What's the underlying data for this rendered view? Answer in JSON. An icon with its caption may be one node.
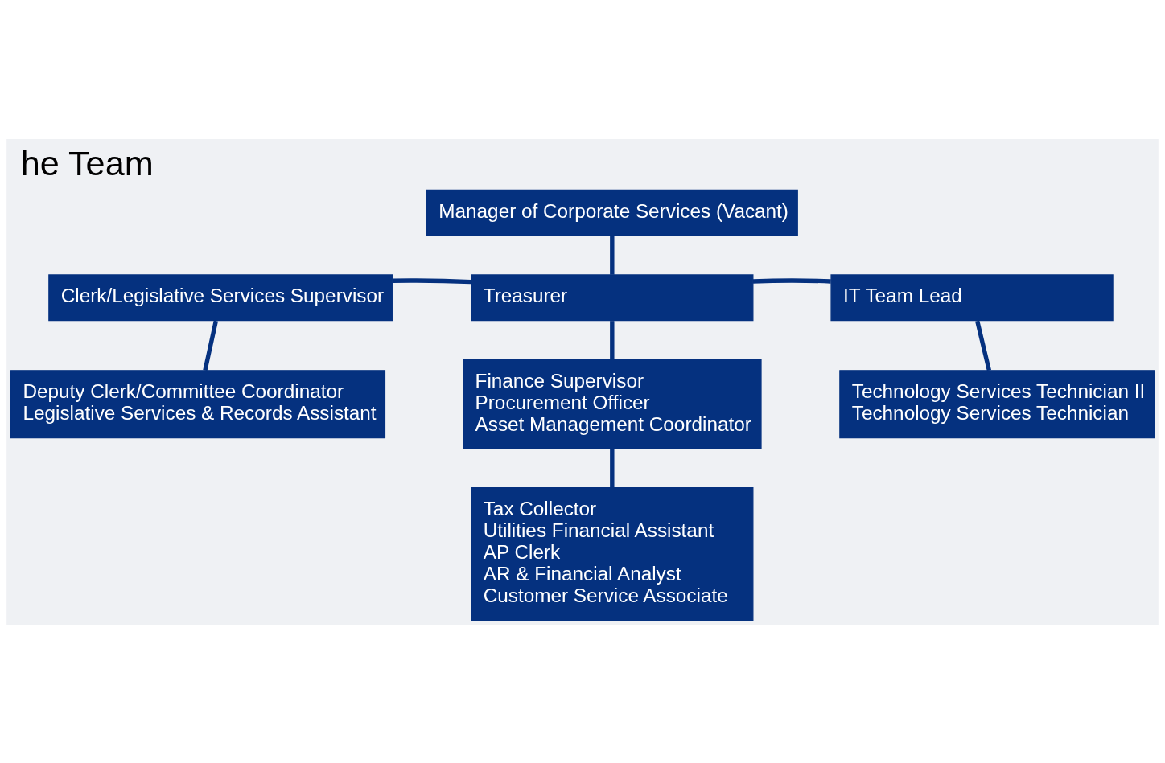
{
  "diagram": {
    "title": "he Team",
    "nodes": [
      {
        "text": [
          "Manager of Corporate Services (Vacant)"
        ]
      },
      {
        "text": [
          "Clerk/Legislative Services Supervisor"
        ]
      },
      {
        "text": [
          "Treasurer"
        ]
      },
      {
        "text": [
          "IT Team Lead"
        ]
      },
      {
        "text": [
          "Deputy Clerk/Committee Coordinator",
          "Legislative Services & Records Assistant"
        ]
      },
      {
        "text": [
          "Finance Supervisor",
          "Procurement Officer",
          "Asset Management Coordinator"
        ]
      },
      {
        "text": [
          "Technology Services Technician II",
          "Technology Services Technician"
        ]
      },
      {
        "text": [
          "Tax Collector",
          "Utilities Financial Assistant",
          "AP Clerk",
          "AR & Financial Analyst",
          "Customer Service Associate"
        ]
      }
    ],
    "edges": [
      {
        "from": 0,
        "to": 2,
        "arrow": "none"
      },
      {
        "from": 1,
        "to": 2,
        "arrow": "none"
      },
      {
        "from": 2,
        "to": 3,
        "arrow": "none"
      },
      {
        "from": 1,
        "to": 4,
        "arrow": "none"
      },
      {
        "from": 2,
        "to": 5,
        "arrow": "none"
      },
      {
        "from": 3,
        "to": 6,
        "arrow": "none"
      },
      {
        "from": 5,
        "to": 7,
        "arrow": "none"
      }
    ]
  }
}
